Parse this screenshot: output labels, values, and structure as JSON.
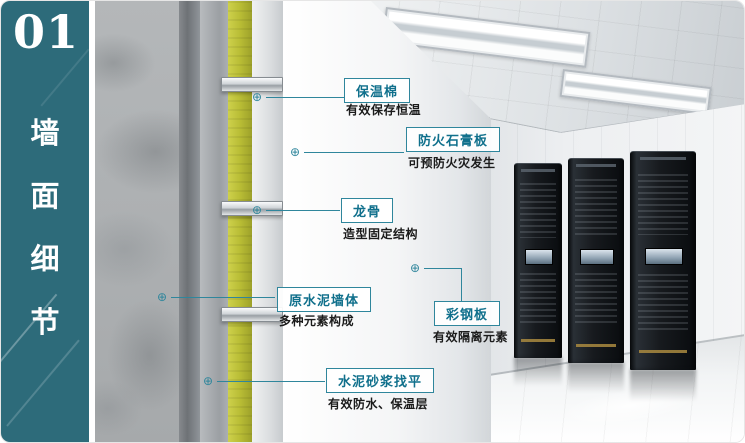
{
  "slide": {
    "section_number": "01",
    "title_vertical": [
      "墙",
      "面",
      "细",
      "节"
    ]
  },
  "marker_symbol": "⊕",
  "callouts": [
    {
      "title": "保温棉",
      "desc": "有效保存恒温"
    },
    {
      "title": "防火石膏板",
      "desc": "可预防火灾发生"
    },
    {
      "title": "龙骨",
      "desc": "造型固定结构"
    },
    {
      "title": "原水泥墙体",
      "desc": "多种元素构成"
    },
    {
      "title": "彩钢板",
      "desc": "有效隔离元素"
    },
    {
      "title": "水泥砂浆找平",
      "desc": "有效防水、保温层"
    }
  ],
  "colors": {
    "sidebar_bg": "#2d6b7a",
    "accent_teal": "#2f869c",
    "insulation_yellow": "#b9bd35"
  }
}
